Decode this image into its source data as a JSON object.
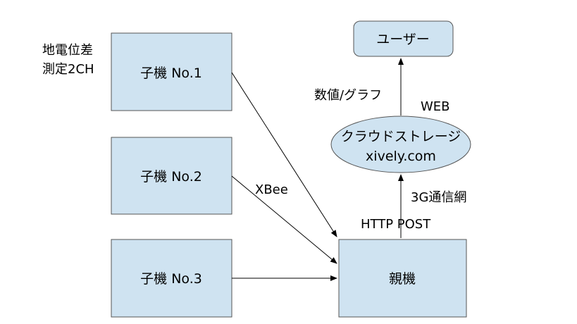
{
  "colors": {
    "box_fill": "#cfe3f1",
    "box_stroke": "#555555",
    "line": "#000000",
    "background": "#ffffff"
  },
  "nodes": {
    "child1": "子機 No.1",
    "child2": "子機 No.2",
    "child3": "子機 No.3",
    "parent": "親機",
    "user": "ユーザー",
    "storage_line1": "クラウドストレージ",
    "storage_line2": "xively.com"
  },
  "annotations": {
    "potential_line1": "地電位差",
    "potential_line2": "測定2CH"
  },
  "edges": {
    "xbee": "XBee",
    "http_post": "HTTP POST",
    "network_3g": "3G通信網",
    "web": "WEB",
    "value_graph": "数値/グラフ"
  }
}
